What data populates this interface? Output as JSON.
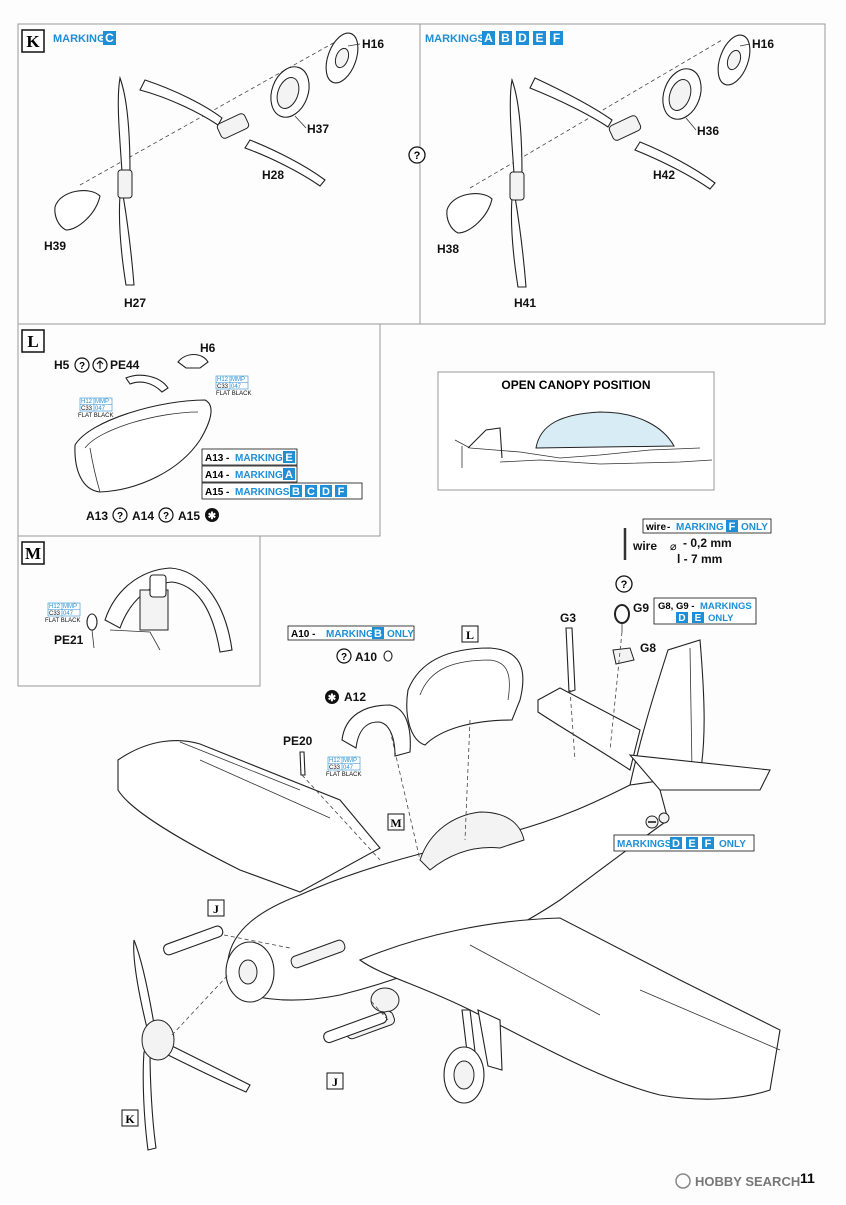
{
  "steps": {
    "K": "K",
    "L": "L",
    "M": "M"
  },
  "k_left": {
    "marking_word": "MARKING",
    "marking_letters": [
      "C"
    ],
    "parts": {
      "h16": "H16",
      "h37": "H37",
      "h28": "H28",
      "h39": "H39",
      "h27": "H27"
    }
  },
  "k_right": {
    "marking_word": "MARKINGS",
    "marking_letters": [
      "A",
      "B",
      "D",
      "E",
      "F"
    ],
    "parts": {
      "h16": "H16",
      "h36": "H36",
      "h42": "H42",
      "h38": "H38",
      "h41": "H41"
    }
  },
  "step_l": {
    "parts": {
      "h5": "H5",
      "pe44": "PE44",
      "h6": "H6"
    },
    "paint_top": {
      "h": "H12",
      "mmp": "MMP",
      "c": "C33",
      "code": "047",
      "name": "FLAT BLACK"
    },
    "paint_left": {
      "h": "H12",
      "mmp": "MMP",
      "c": "C33",
      "code": "047",
      "name": "FLAT BLACK"
    },
    "variants": [
      {
        "part": "A13",
        "sep": " - ",
        "word": "MARKING",
        "letters": [
          "E"
        ]
      },
      {
        "part": "A14",
        "sep": " - ",
        "word": "MARKING",
        "letters": [
          "A"
        ]
      },
      {
        "part": "A15",
        "sep": " - ",
        "word": "MARKINGS",
        "letters": [
          "B",
          "C",
          "D",
          "F"
        ]
      }
    ],
    "choice": {
      "a13": "A13",
      "a14": "A14",
      "a15": "A15"
    }
  },
  "canopy": {
    "title": "OPEN CANOPY POSITION"
  },
  "step_m": {
    "paint": {
      "h": "H12",
      "mmp": "MMP",
      "c": "C33",
      "code": "047",
      "name": "FLAT BLACK"
    },
    "parts": {
      "pe21": "PE21"
    }
  },
  "wire": {
    "box_word": "wire",
    "box_sep": " - ",
    "box_marking": "MARKING",
    "box_letter": "F",
    "box_only": "ONLY",
    "label": "wire",
    "dia_symbol": "⌀",
    "diameter": "- 0,2 mm",
    "length": "l - 7 mm"
  },
  "main": {
    "g9": "G9",
    "g3": "G3",
    "g8": "G8",
    "g_note": {
      "prefix": "G8, G9 - ",
      "word": "MARKINGS",
      "letters": [
        "D",
        "E"
      ],
      "only": "ONLY"
    },
    "a10_note": {
      "prefix": "A10 - ",
      "word": "MARKING",
      "letters": [
        "B"
      ],
      "only": "ONLY"
    },
    "a10": "A10",
    "a12": "A12",
    "pe20": "PE20",
    "paint_pe20": {
      "h": "H12",
      "mmp": "MMP",
      "c": "C33",
      "code": "047",
      "name": "FLAT BLACK"
    },
    "refs": {
      "l": "L",
      "m": "M",
      "j1": "J",
      "j2": "J",
      "k": "K"
    },
    "fuse_note": {
      "word": "MARKINGS",
      "letters": [
        "D",
        "E",
        "F"
      ],
      "only": "ONLY"
    }
  },
  "footer": {
    "page_number": "11",
    "watermark": "HOBBY SEARCH"
  },
  "colors": {
    "marking_blue": "#1e8fd6",
    "canopy_tint": "#d8ecf6"
  }
}
